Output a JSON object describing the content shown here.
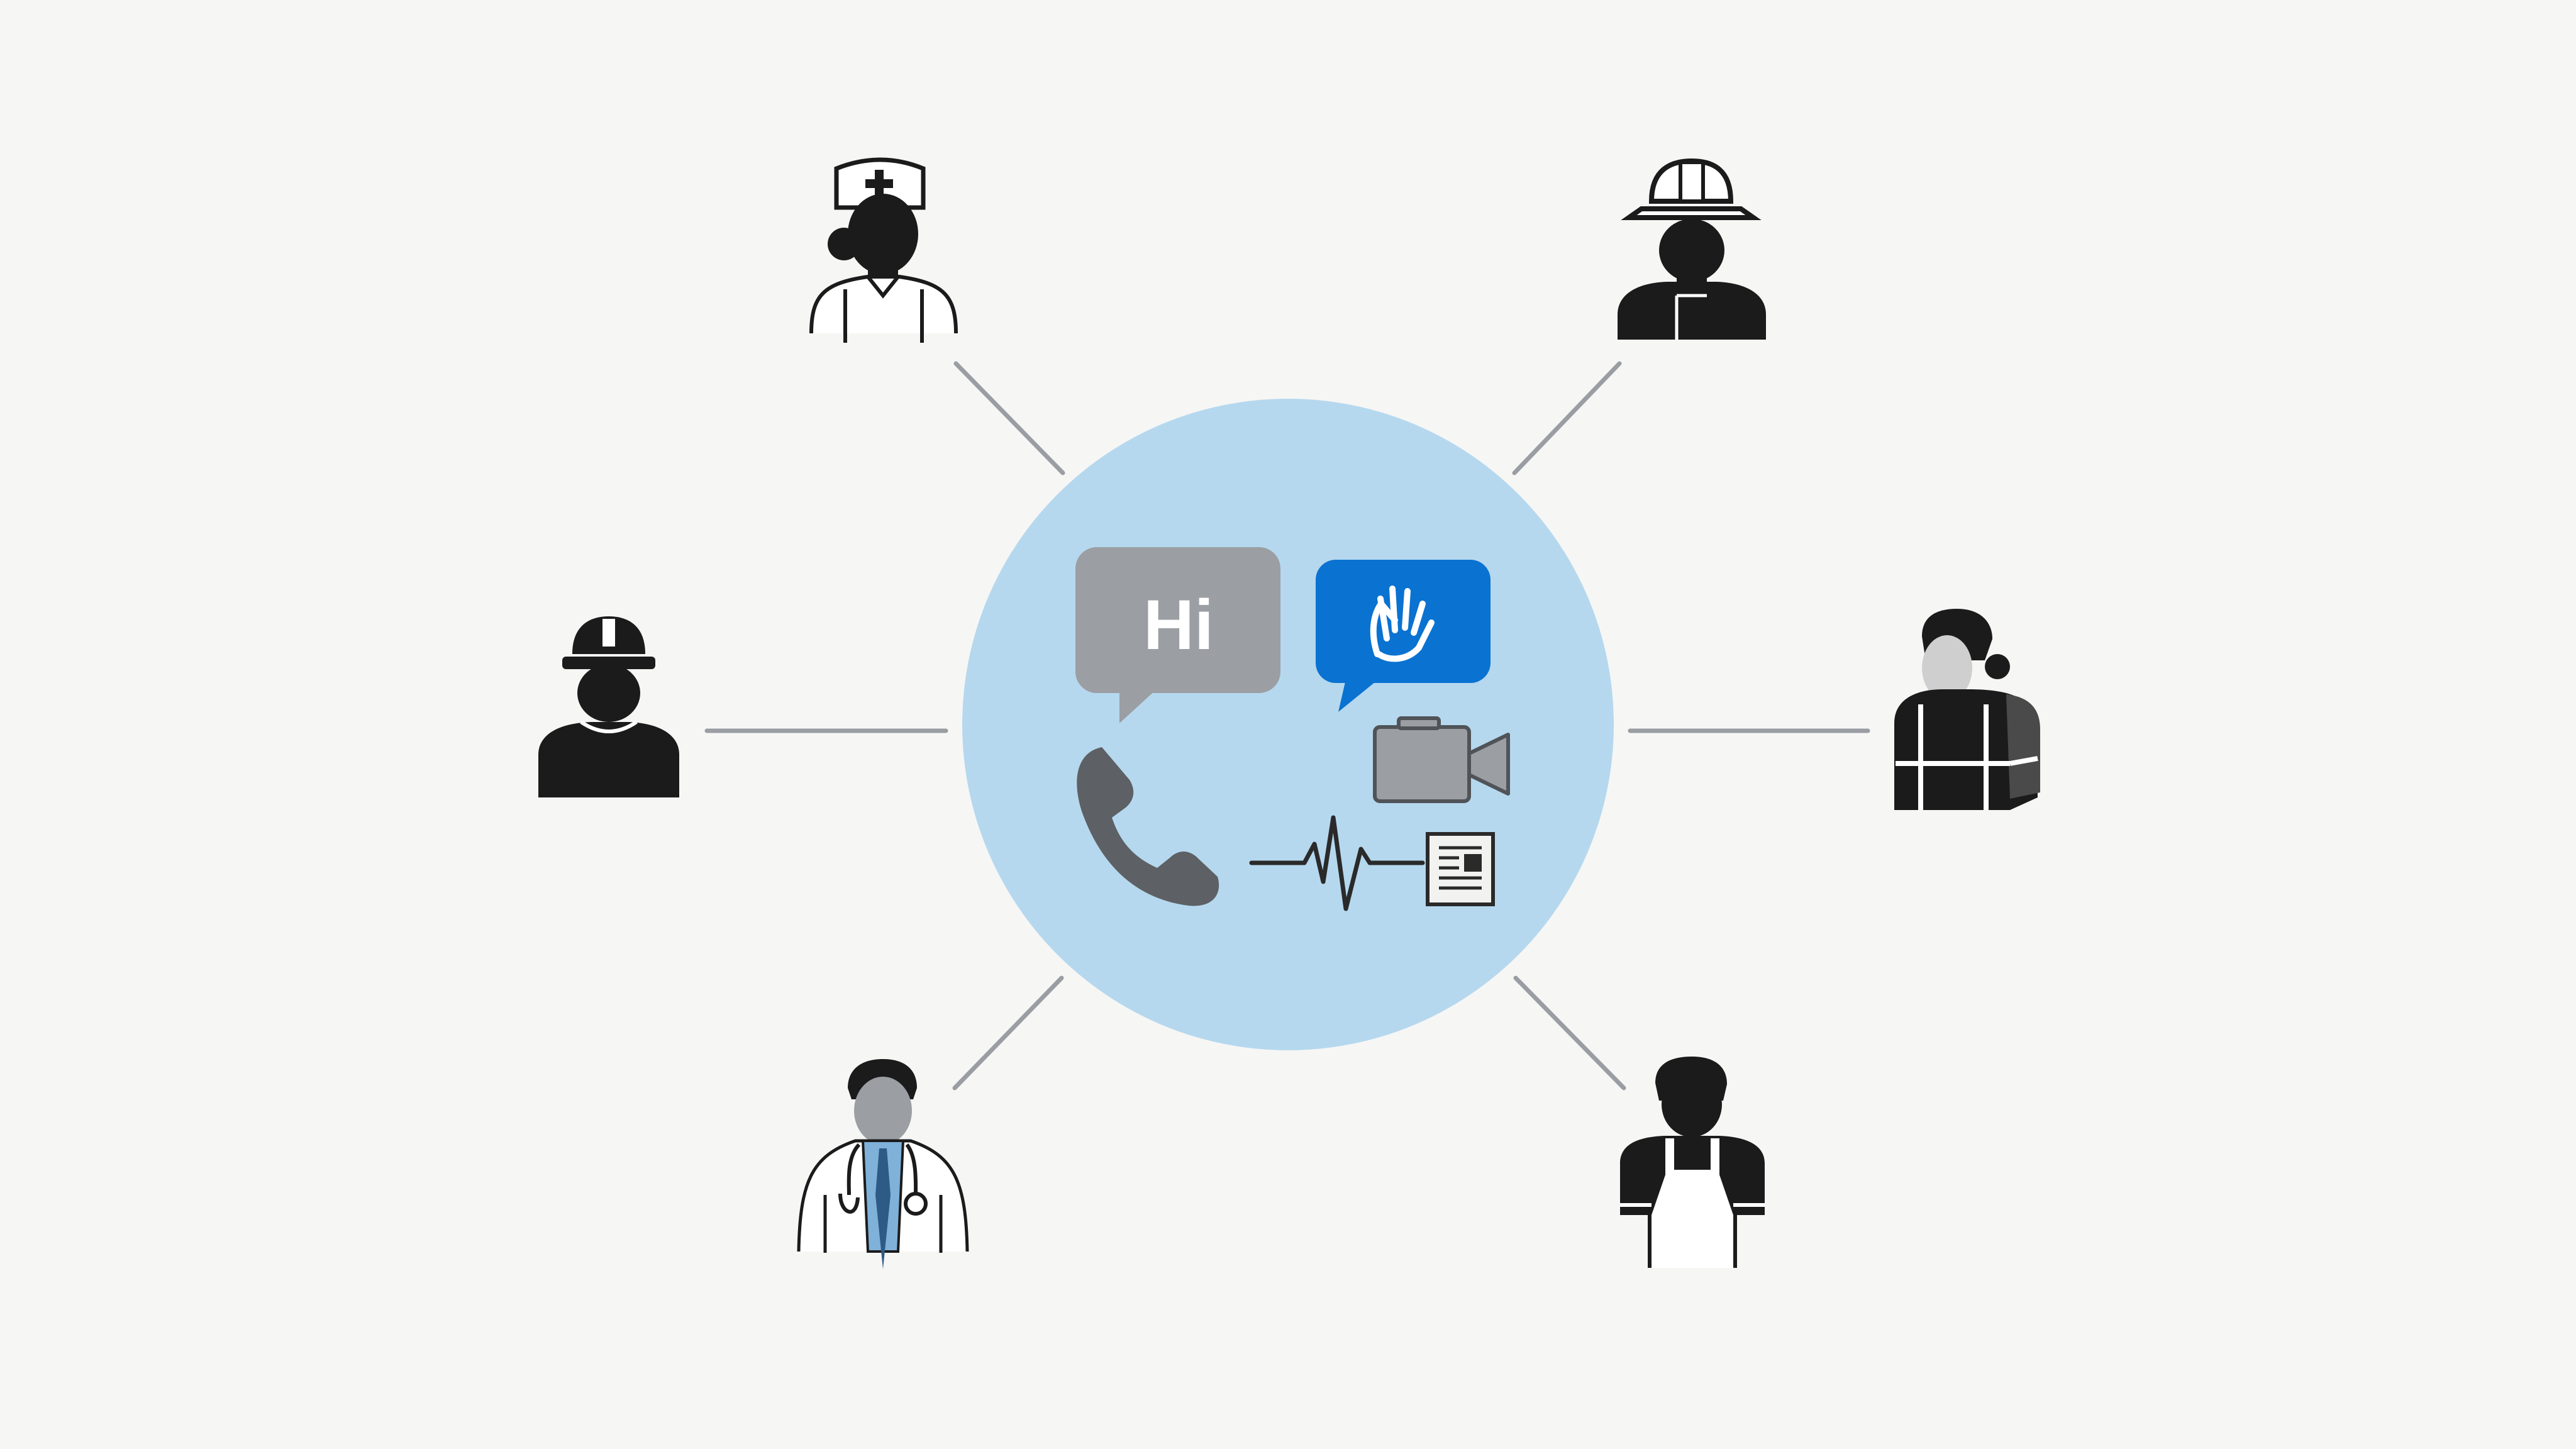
{
  "colors": {
    "background": "#f6f6f5",
    "hub": "#b5d8ee",
    "connector": "#9a9ea3",
    "silhouette": "#1b1b1b",
    "gray_bubble": "#9b9ea3",
    "blue_bubble": "#0a72d1",
    "stethoscope_tie": "#2e5a86",
    "scrub": "#7fb1d9"
  },
  "hub": {
    "greeting_text": "Hi",
    "icons": [
      "speech-bubble-icon",
      "sign-language-hand-icon",
      "phone-icon",
      "video-camera-icon",
      "heartbeat-line-icon",
      "document-icon"
    ]
  },
  "people": [
    {
      "role": "nurse",
      "icon": "nurse-icon",
      "position": "top-left"
    },
    {
      "role": "firefighter",
      "icon": "firefighter-icon",
      "position": "top-right"
    },
    {
      "role": "construction-worker",
      "icon": "hard-hat-worker-icon",
      "position": "left"
    },
    {
      "role": "paramedic",
      "icon": "paramedic-icon",
      "position": "right"
    },
    {
      "role": "doctor",
      "icon": "doctor-icon",
      "position": "bottom-left"
    },
    {
      "role": "chef",
      "icon": "apron-worker-icon",
      "position": "bottom-right"
    }
  ]
}
